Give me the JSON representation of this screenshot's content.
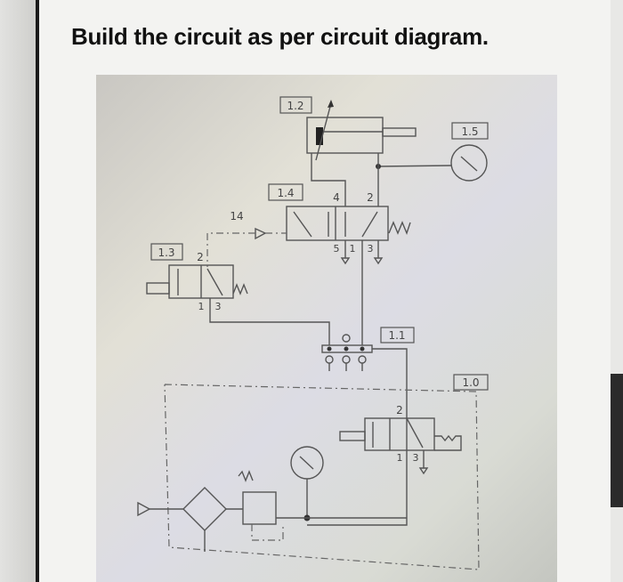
{
  "title": "Build the circuit as per circuit diagram.",
  "diagram": {
    "component_labels": {
      "c1_0": "1.0",
      "c1_1": "1.1",
      "c1_2": "1.2",
      "c1_3": "1.3",
      "c1_4": "1.4",
      "c1_5": "1.5"
    },
    "valve_1_4": {
      "port_4": "4",
      "port_2": "2",
      "port_5": "5",
      "port_1": "1",
      "port_3": "3",
      "pilot": "14"
    },
    "valve_1_3": {
      "port_2": "2",
      "port_1": "1",
      "port_3": "3"
    },
    "valve_1_0": {
      "port_2": "2",
      "port_1": "1",
      "port_3": "3"
    }
  }
}
